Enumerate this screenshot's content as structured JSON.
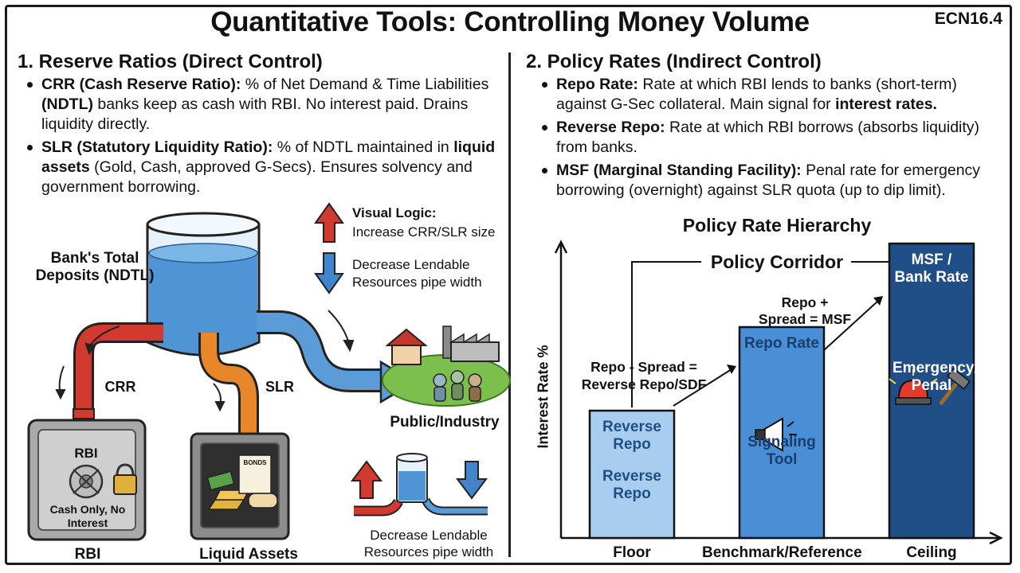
{
  "header": {
    "title": "Quantitative Tools: Controlling Money Volume",
    "code": "ECN16.4"
  },
  "left": {
    "heading": "1. Reserve Ratios (Direct Control)",
    "bullets": [
      {
        "bold": "CRR (Cash Reserve Ratio):",
        "text1": " % of Net Demand & Time Liabilities ",
        "bold2": "(NDTL)",
        "text2": " banks keep as cash with RBI. No interest paid. Drains liquidity directly."
      },
      {
        "bold": "SLR (Statutory Liquidity Ratio):",
        "text1": " % of NDTL maintained in ",
        "bold2": "liquid assets",
        "text2": " (Gold, Cash, approved G-Secs). Ensures solvency and government borrowing."
      }
    ],
    "diagram": {
      "tank_label": "Bank's Total Deposits (NDTL)",
      "crr_label": "CRR",
      "slr_label": "SLR",
      "vault_label": "RBI",
      "vault_text": "Cash Only, No Interest",
      "vault_caption": "RBI",
      "bonds_label": "BONDS",
      "safe_caption": "Liquid Assets",
      "public_caption": "Public/Industry",
      "visual_logic_title": "Visual Logic:",
      "visual_logic_up": "Increase CRR/SLR size",
      "visual_logic_down": "Decrease Lendable Resources pipe width",
      "bottom_caption": "Decrease Lendable Resources pipe width"
    }
  },
  "right": {
    "heading": "2. Policy Rates (Indirect Control)",
    "bullets": [
      {
        "bold": "Repo Rate:",
        "text1": " Rate at which RBI lends to banks (short-term) against G-Sec collateral. Main signal for ",
        "bold2": "interest rates.",
        "text2": ""
      },
      {
        "bold": "Reverse Repo:",
        "text1": " Rate at which RBI borrows (absorbs liquidity) from banks.",
        "bold2": "",
        "text2": ""
      },
      {
        "bold": "MSF (Marginal Standing Facility):",
        "text1": " Penal rate for emergency borrowing (overnight) against SLR quota (up to dip limit).",
        "bold2": "",
        "text2": ""
      }
    ],
    "chart": {
      "title": "Policy Rate Hierarchy",
      "corridor_label": "Policy Corridor",
      "ylabel": "Interest Rate %",
      "annotation_left": "Repo - Spread = Reverse Repo/SDF",
      "annotation_right": "Repo + Spread = MSF",
      "bars": [
        {
          "category": "Floor",
          "label_top": "Reverse Repo",
          "label_bottom": "Reverse Repo",
          "level": 1,
          "color": "#a9cdee"
        },
        {
          "category": "Benchmark/Reference",
          "label_top": "Repo Rate",
          "label_bottom": "Signaling Tool",
          "level": 2,
          "color": "#4a8fd6"
        },
        {
          "category": "Ceiling",
          "label_top": "MSF / Bank Rate",
          "label_bottom": "Emergency/ Penal",
          "level": 3,
          "color": "#1f4f86"
        }
      ]
    }
  }
}
